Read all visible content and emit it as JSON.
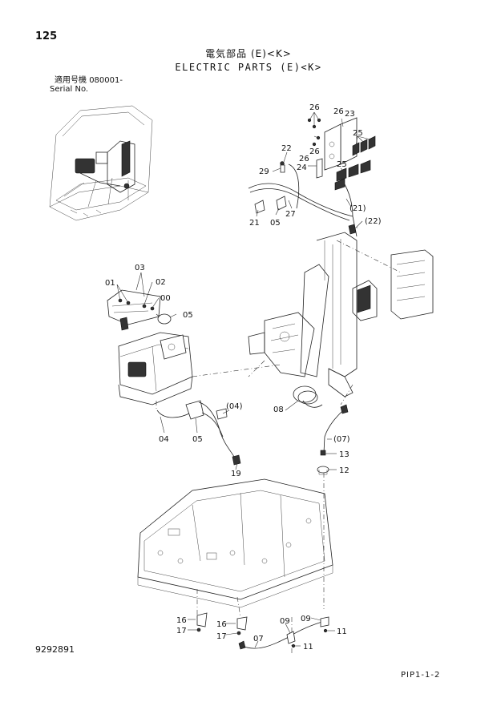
{
  "header": {
    "page_number": "125",
    "title_jp": "電気部品 (E)<K>",
    "title_en": "ELECTRIC PARTS (E)<K>",
    "serial_label_jp": "適用号機",
    "serial_value": "080001-",
    "serial_label_en": "Serial No."
  },
  "footer": {
    "doc_number": "9292891",
    "page_ref": "PIP1-1-2"
  },
  "callouts": {
    "c26a": "26",
    "c26b": "26",
    "c26c": "26",
    "c26d": "26",
    "c23": "23",
    "c25a": "25",
    "c25b": "25",
    "c22": "22",
    "c24": "24",
    "c29": "29",
    "c21": "21",
    "c05a": "05",
    "c27": "27",
    "c21p": "(21)",
    "c22p": "(22)",
    "c03": "03",
    "c01": "01",
    "c02": "02",
    "c00": "00",
    "c05b": "05",
    "c04p": "(04)",
    "c04": "04",
    "c05c": "05",
    "c19": "19",
    "c08": "08",
    "c07p": "(07)",
    "c13": "13",
    "c12": "12",
    "c16a": "16",
    "c17a": "17",
    "c16b": "16",
    "c17b": "17",
    "c09a": "09",
    "c09b": "09",
    "c07": "07",
    "c11a": "11",
    "c11b": "11"
  }
}
